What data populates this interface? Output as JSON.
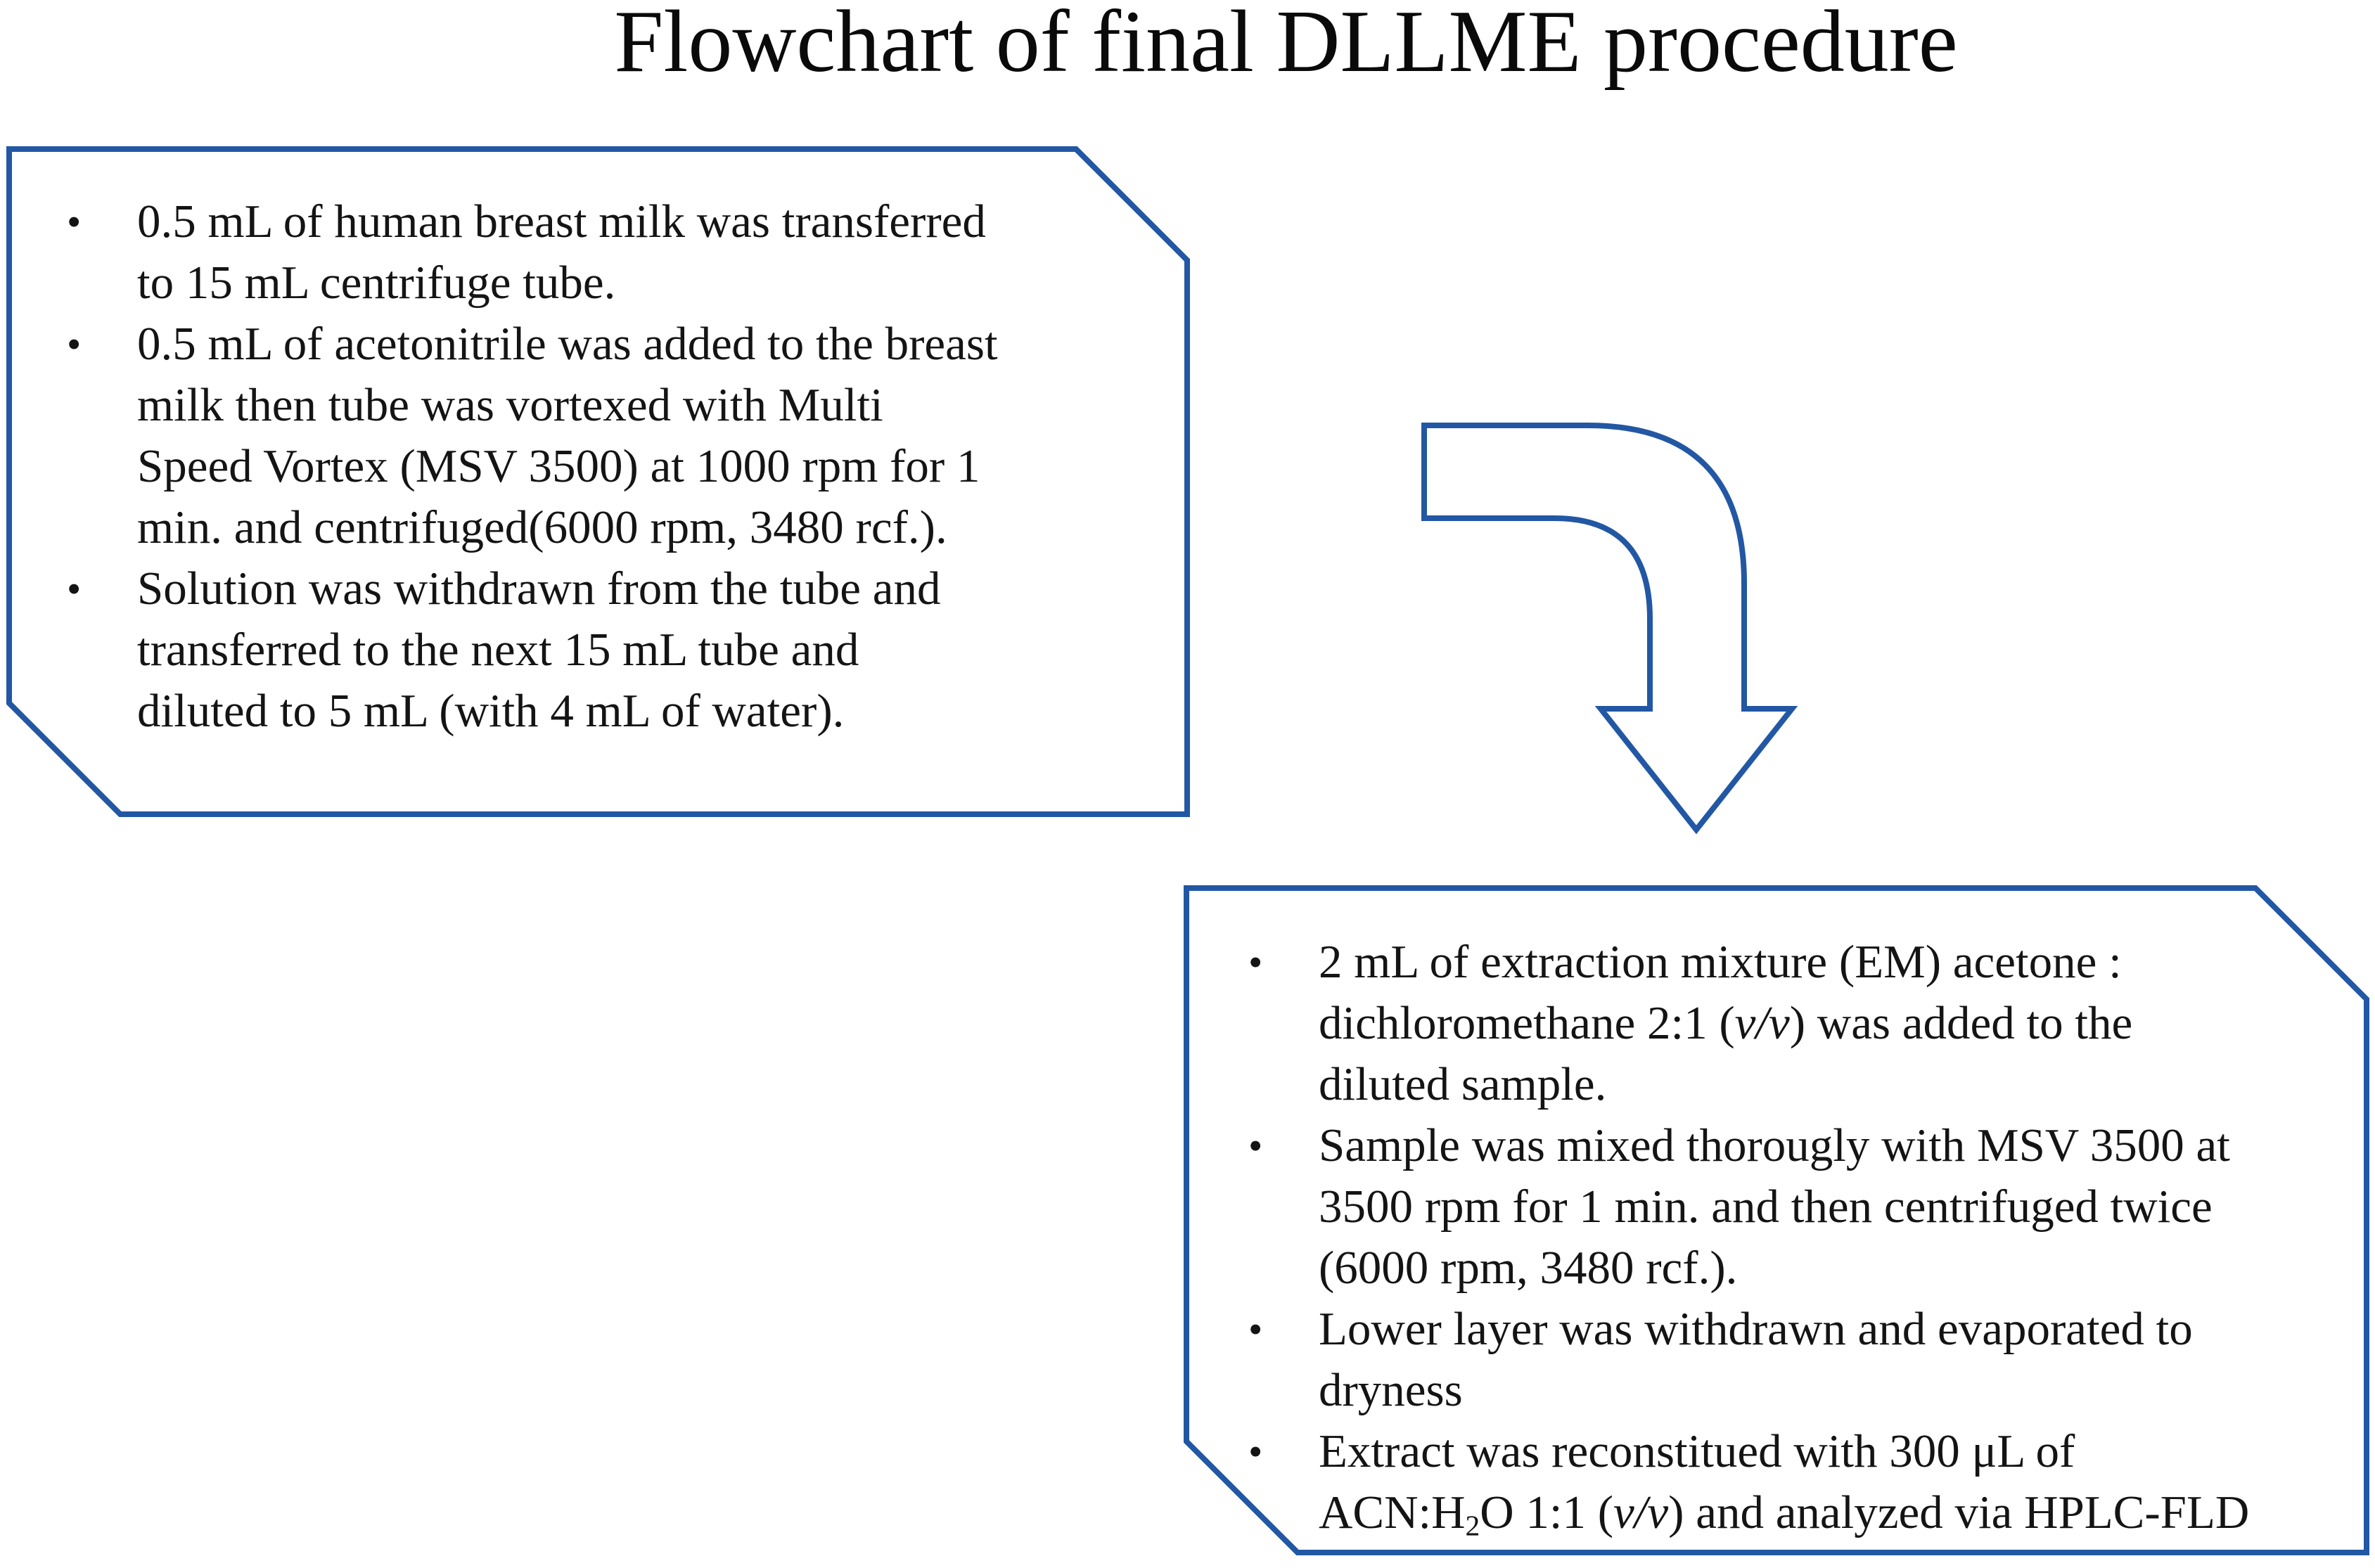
{
  "title": "Flowchart of final DLLME procedure",
  "colors": {
    "outline_blue": "#2257A4",
    "text": "#141414",
    "background": "#ffffff"
  },
  "bullet_char": "•",
  "box1": {
    "bullets": [
      {
        "lines": [
          [
            {
              "t": "0.5 mL of human breast milk was transferred"
            }
          ],
          [
            {
              "t": "to 15 mL centrifuge tube."
            }
          ]
        ]
      },
      {
        "lines": [
          [
            {
              "t": "0.5 mL of acetonitrile was added to the breast"
            }
          ],
          [
            {
              "t": "milk then tube was vortexed with Multi"
            }
          ],
          [
            {
              "t": "Speed Vortex (MSV 3500) at 1000 rpm for 1"
            }
          ],
          [
            {
              "t": "min. and centrifuged(6000 rpm, 3480 rcf.)."
            }
          ]
        ]
      },
      {
        "lines": [
          [
            {
              "t": "Solution was withdrawn from the tube and"
            }
          ],
          [
            {
              "t": "transferred to the next 15 mL tube and"
            }
          ],
          [
            {
              "t": "diluted to 5 mL (with 4 mL of water)."
            }
          ]
        ]
      }
    ]
  },
  "box2": {
    "bullets": [
      {
        "lines": [
          [
            {
              "t": "2 mL of extraction mixture (EM) acetone :"
            }
          ],
          [
            {
              "t": "dichloromethane 2:1 ("
            },
            {
              "t": "v/v",
              "s": "i"
            },
            {
              "t": ") was added to the"
            }
          ],
          [
            {
              "t": "diluted sample."
            }
          ]
        ]
      },
      {
        "lines": [
          [
            {
              "t": "Sample was mixed thorougly with MSV 3500 at"
            }
          ],
          [
            {
              "t": "3500 rpm for 1 min. and then centrifuged twice"
            }
          ],
          [
            {
              "t": "(6000 rpm, 3480 rcf.)."
            }
          ]
        ]
      },
      {
        "lines": [
          [
            {
              "t": "Lower layer was withdrawn and evaporated to"
            }
          ],
          [
            {
              "t": "dryness"
            }
          ]
        ]
      },
      {
        "lines": [
          [
            {
              "t": "Extract was reconstitued with 300 μL of"
            }
          ],
          [
            {
              "t": "ACN:H"
            },
            {
              "t": "2",
              "s": "sub"
            },
            {
              "t": "O 1:1 ("
            },
            {
              "t": "v/v",
              "s": "i"
            },
            {
              "t": ") and analyzed via HPLC-FLD"
            }
          ]
        ]
      }
    ]
  }
}
